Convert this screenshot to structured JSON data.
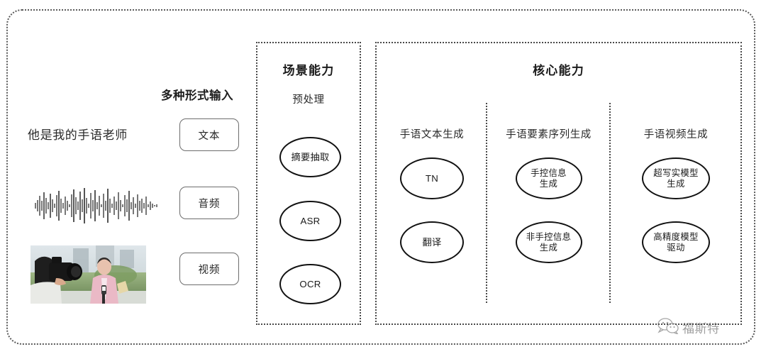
{
  "card": {
    "background": "#ffffff",
    "border_color": "#5a5a5a"
  },
  "input_section": {
    "title": "多种形式输入",
    "rows": [
      {
        "sample_text": "他是我的手语老师",
        "chip_label": "文本",
        "media": "text"
      },
      {
        "sample_text": "",
        "chip_label": "音频",
        "media": "waveform"
      },
      {
        "sample_text": "",
        "chip_label": "视频",
        "media": "video-thumbnail"
      }
    ]
  },
  "scene_panel": {
    "title": "场景能力",
    "subtitle": "预处理",
    "nodes": [
      "摘要抽取",
      "ASR",
      "OCR"
    ]
  },
  "core_panel": {
    "title": "核心能力",
    "columns": [
      {
        "subtitle": "手语文本生成",
        "nodes": [
          "TN",
          "翻译"
        ]
      },
      {
        "subtitle": "手语要素序列生成",
        "nodes": [
          "手控信息\n生成",
          "非手控信息\n生成"
        ]
      },
      {
        "subtitle": "手语视频生成",
        "nodes": [
          "超写实模型\n生成",
          "高精度模型\n驱动"
        ]
      }
    ]
  },
  "watermark": {
    "icon": "wechat-icon",
    "label": "福斯特"
  }
}
